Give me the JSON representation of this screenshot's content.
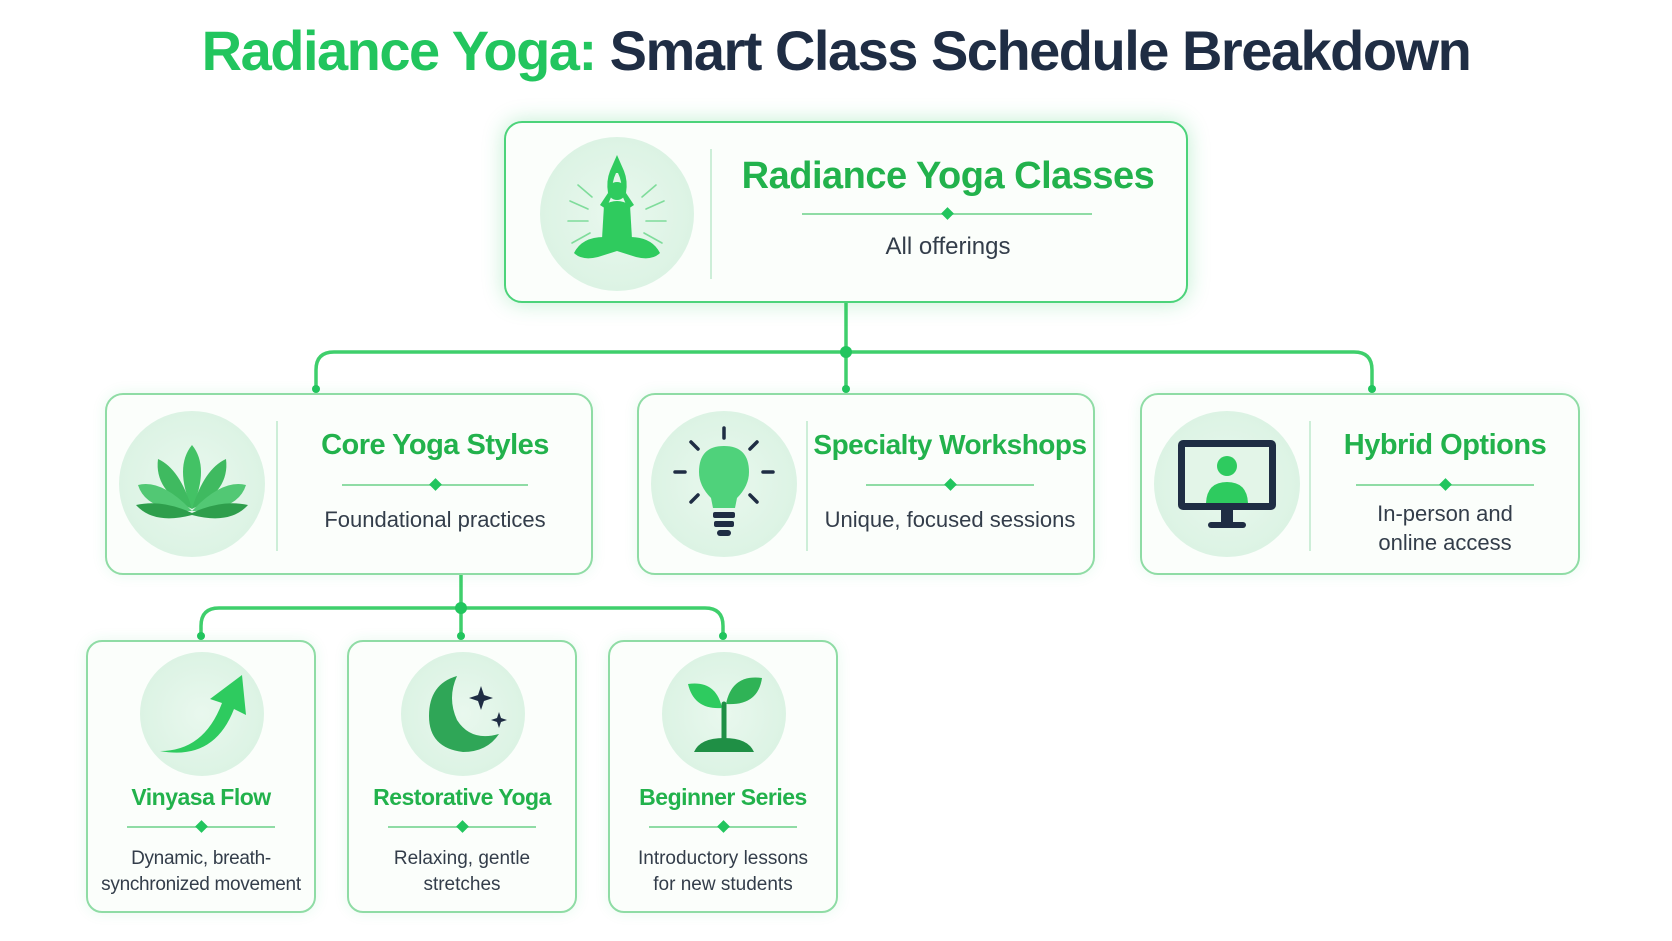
{
  "title": {
    "accent": "Radiance Yoga:",
    "rest": "Smart Class Schedule Breakdown"
  },
  "colors": {
    "accent": "#22c55e",
    "title_dark": "#1f2d44",
    "card_border": "#8fdca5",
    "text": "#333d4a"
  },
  "root": {
    "title": "Radiance Yoga Classes",
    "subtitle": "All offerings",
    "icon": "meditation-pose-icon"
  },
  "categories": [
    {
      "title": "Core Yoga Styles",
      "subtitle": "Foundational practices",
      "icon": "lotus-icon"
    },
    {
      "title": "Specialty Workshops",
      "subtitle": "Unique, focused sessions",
      "icon": "lightbulb-icon"
    },
    {
      "title": "Hybrid Options",
      "subtitle_lines": [
        "In-person and",
        "online access"
      ],
      "icon": "monitor-person-icon"
    }
  ],
  "styles": [
    {
      "title": "Vinyasa Flow",
      "subtitle_lines": [
        "Dynamic, breath-",
        "synchronized movement"
      ],
      "icon": "upward-arrow-icon"
    },
    {
      "title": "Restorative Yoga",
      "subtitle_lines": [
        "Relaxing, gentle",
        "stretches"
      ],
      "icon": "moon-stars-icon"
    },
    {
      "title": "Beginner Series",
      "subtitle_lines": [
        "Introductory lessons",
        "for new students"
      ],
      "icon": "sprout-icon"
    }
  ]
}
